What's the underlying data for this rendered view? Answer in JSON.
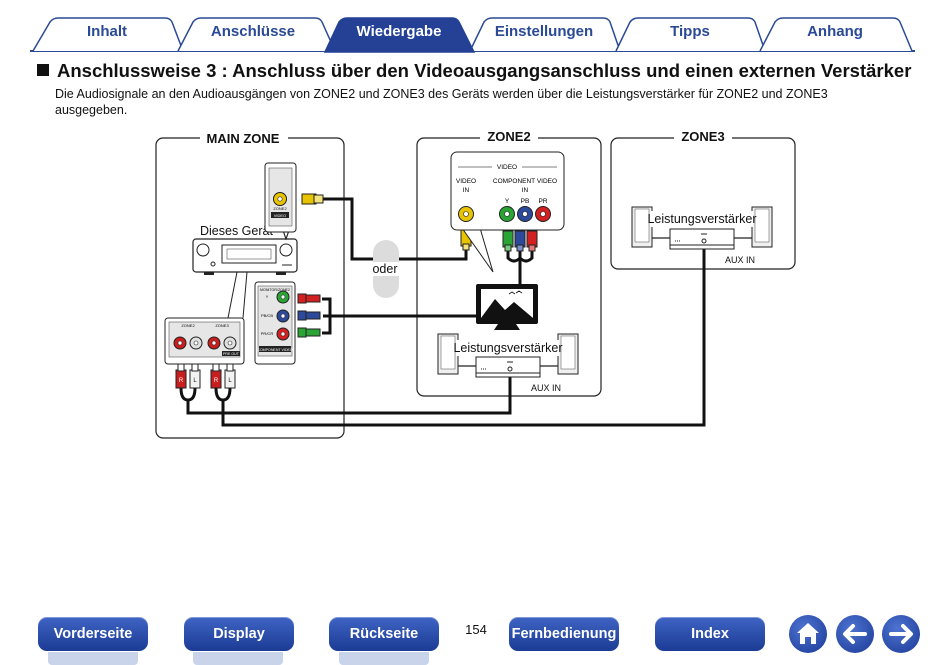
{
  "tabs": [
    {
      "label": "Inhalt",
      "active": false
    },
    {
      "label": "Anschlüsse",
      "active": false
    },
    {
      "label": "Wiedergabe",
      "active": true
    },
    {
      "label": "Einstellungen",
      "active": false
    },
    {
      "label": "Tipps",
      "active": false
    },
    {
      "label": "Anhang",
      "active": false
    }
  ],
  "heading": {
    "title": "Anschlussweise 3 : Anschluss über den Videoausgangsanschluss und einen externen Verstärker",
    "intro": "Die Audiosignale an den Audioausgängen von ZONE2 und ZONE3 des Geräts werden über die Leistungsverstärker für ZONE2 und ZONE3 ausgegeben."
  },
  "diagram": {
    "main_zone": "MAIN ZONE",
    "zone2": "ZONE2",
    "zone3": "ZONE3",
    "device_label": "Dieses Gerät",
    "or_label": "oder",
    "amp_label": "Leistungsverstärker",
    "aux_in": "AUX IN",
    "tv_video_header": "VIDEO",
    "tv_video_in_1": "VIDEO",
    "tv_video_in_2": "IN",
    "tv_component_1": "COMPONENT VIDEO",
    "tv_component_2": "IN",
    "tv_y": "Y",
    "tv_pb": "PB",
    "tv_pr": "PR",
    "panel_zone2": "ZONE2",
    "panel_video": "VIDEO",
    "panel_monitor": "MONITOR/ZONE2",
    "panel_y": "Y",
    "panel_pbcb": "PB/CB",
    "panel_prcr": "PR/CR",
    "panel_component": "COMPONENT VIDEO",
    "audio_zone2": "ZONE2",
    "audio_zone3": "ZONE3",
    "audio_preout": "PRE OUT",
    "plug_r": "R",
    "plug_l": "L",
    "colors": {
      "video_yellow": "#e8c400",
      "comp_green": "#2aa535",
      "comp_blue": "#2d4a9a",
      "comp_red": "#d32020",
      "audio_red": "#c81e1e",
      "audio_white": "#e0e0e0"
    }
  },
  "nav": {
    "vorderseite": "Vorderseite",
    "display": "Display",
    "rueckseite": "Rückseite",
    "page": "154",
    "fernbedienung": "Fernbedienung",
    "index": "Index",
    "home_icon": "home-icon",
    "back_icon": "arrow-left-icon",
    "forward_icon": "arrow-right-icon"
  }
}
